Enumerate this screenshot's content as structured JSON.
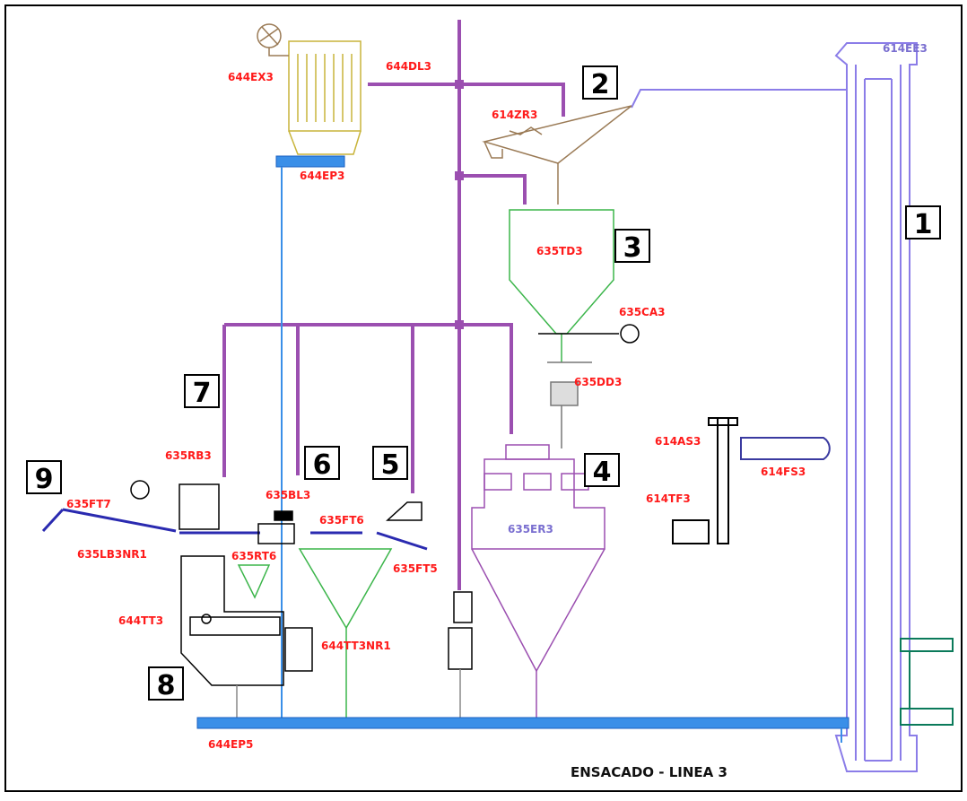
{
  "title": "ENSACADO - LINEA 3",
  "numbers": [
    "1",
    "2",
    "3",
    "4",
    "5",
    "6",
    "7",
    "8",
    "9"
  ],
  "tags": {
    "elevator": "614EE3",
    "collector_ex": "644EX3",
    "duct": "644DL3",
    "screen": "614ZR3",
    "collector_ep": "644EP3",
    "silo": "635TD3",
    "valve": "635CA3",
    "doser": "635DD3",
    "packer": "635ER3",
    "as": "614AS3",
    "fs": "614FS3",
    "tf": "614TF3",
    "rb": "635RB3",
    "bl": "635BL3",
    "ft6": "635FT6",
    "ft5": "635FT5",
    "ft7": "635FT7",
    "lb": "635LB3NR1",
    "rt": "635RT6",
    "tt": "644TT3",
    "hopper": "644TT3NR1",
    "ep5": "644EP5"
  },
  "colors": {
    "dust": "#9b4fb0",
    "elevator": "#8b7de8",
    "silo": "#3bb54a",
    "air": "#3a8fe8",
    "filter": "#c8b43a",
    "brown": "#9a7a55",
    "tag": "#ff1a1a"
  }
}
